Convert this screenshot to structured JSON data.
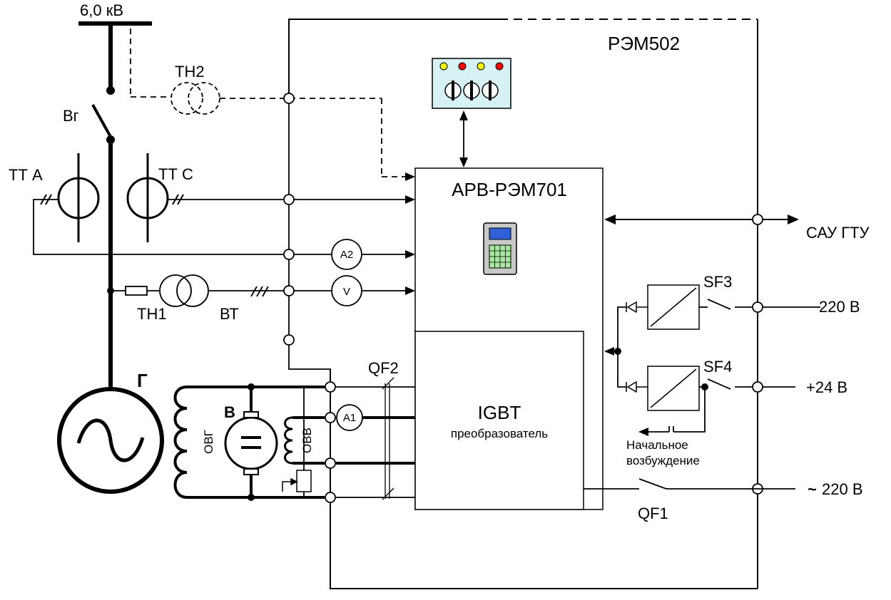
{
  "labels": {
    "bus_voltage": "6,0 кВ",
    "cabinet": "РЭМ502",
    "vt2": "ТН2",
    "breaker_gen": "Вг",
    "ct_a": "ТТ А",
    "ct_c": "ТТ С",
    "vt1": "ТН1",
    "vt_label": "ВТ",
    "generator": "Г",
    "exciter": "В",
    "field_gen": "ОВГ",
    "field_exc": "ОВВ",
    "qf1": "QF1",
    "qf2": "QF2",
    "sf3": "SF3",
    "sf4": "SF4",
    "arv": "АРВ-РЭМ701",
    "igbt_title": "IGBT",
    "igbt_sub": "преобразователь",
    "initial_exc_1": "Начальное",
    "initial_exc_2": "возбуждение",
    "sau": "САУ ГТУ",
    "v220": "220 В",
    "v24": "+24 В",
    "ac220": "220 В",
    "ac_symbol": "~",
    "meter_a1": "A1",
    "meter_a2": "A2",
    "meter_v": "V"
  },
  "colors": {
    "panel_fill": "#d6f2f4",
    "led_yellow": "#ffff00",
    "led_red": "#ff0000",
    "keypad_body": "#c8c8c8",
    "keypad_screen": "#3060d8",
    "keypad_keys": "#a8e8a0"
  }
}
